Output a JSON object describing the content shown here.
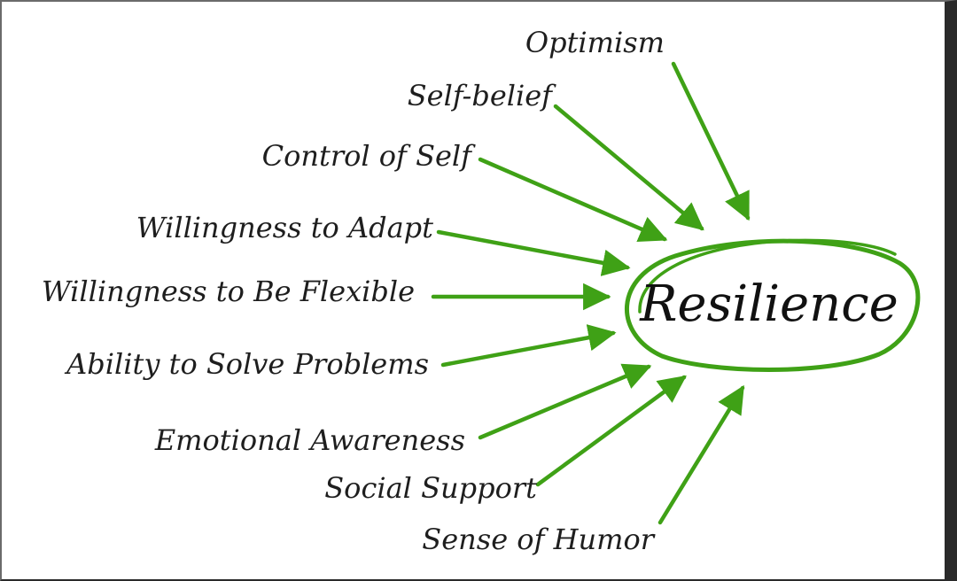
{
  "center": {
    "label": "Resilience"
  },
  "factors": [
    {
      "id": "optimism",
      "label": "Optimism"
    },
    {
      "id": "self-belief",
      "label": "Self-belief"
    },
    {
      "id": "control-of-self",
      "label": "Control of Self"
    },
    {
      "id": "willingness-to-adapt",
      "label": "Willingness to Adapt"
    },
    {
      "id": "willingness-to-be-flexible",
      "label": "Willingness to Be Flexible"
    },
    {
      "id": "ability-to-solve-problems",
      "label": "Ability to Solve Problems"
    },
    {
      "id": "emotional-awareness",
      "label": "Emotional Awareness"
    },
    {
      "id": "social-support",
      "label": "Social Support"
    },
    {
      "id": "sense-of-humor",
      "label": "Sense of Humor"
    }
  ],
  "colors": {
    "arrow": "#3fa116",
    "text": "#1e1e1e"
  }
}
